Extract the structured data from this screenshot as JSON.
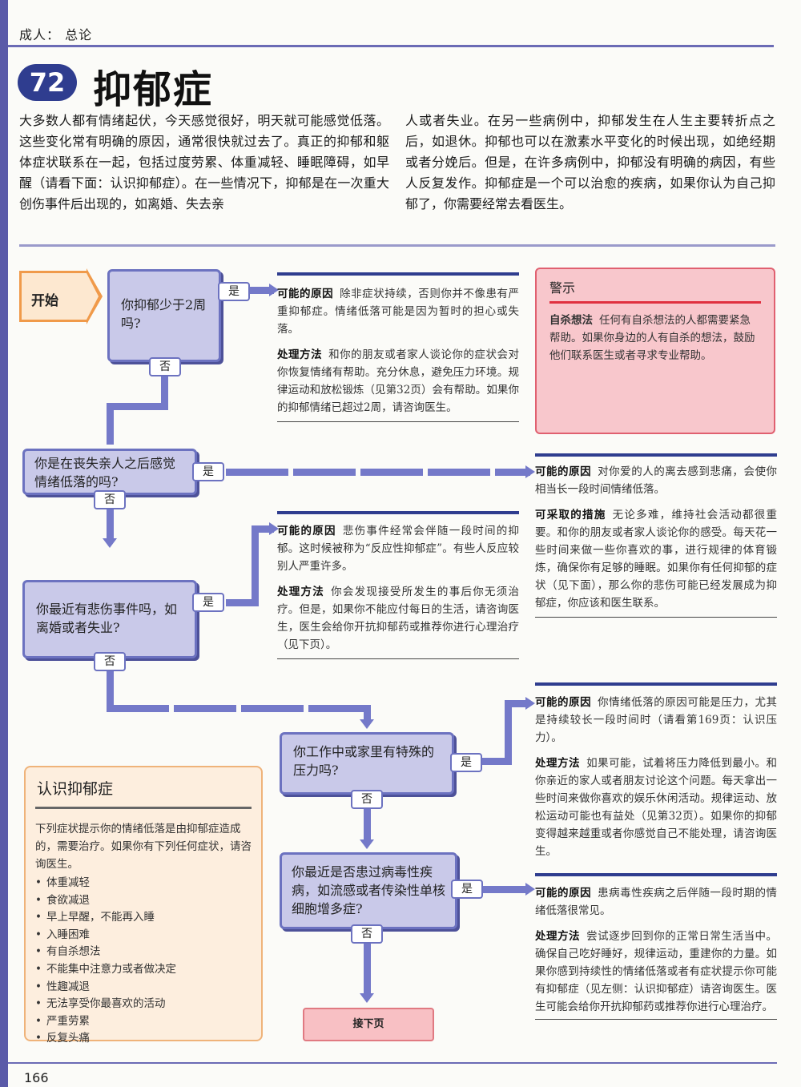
{
  "header": {
    "section": "成人：  总论"
  },
  "chapter": {
    "number": "72",
    "title": "抑郁症"
  },
  "intro": {
    "left": "大多数人都有情绪起伏，今天感觉很好，明天就可能感觉低落。这些变化常有明确的原因，通常很快就过去了。真正的抑郁和躯体症状联系在一起，包括过度劳累、体重减轻、睡眠障碍，如早醒（请看下面：认识抑郁症）。在一些情况下，抑郁是在一次重大创伤事件后出现的，如离婚、失去亲",
    "right": "人或者失业。在另一些病例中，抑郁发生在人生主要转折点之后，如退休。抑郁也可以在激素水平变化的时候出现，如绝经期或者分娩后。但是，在许多病例中，抑郁没有明确的病因，有些人反复发作。抑郁症是一个可以治愈的疾病，如果你认为自己抑郁了，你需要经常去看医生。"
  },
  "flow": {
    "start_label": "开始",
    "yes": "是",
    "no": "否",
    "q1": "你抑郁少于2周吗?",
    "q2": "你是在丧失亲人之后感觉情绪低落的吗?",
    "q3": "你最近有悲伤事件吗，如离婚或者失业?",
    "q4": "你工作中或家里有特殊的压力吗?",
    "q5": "你最近是否患过病毒性疾病，如流感或者传染性单核细胞增多症?",
    "next_page": "接下页"
  },
  "answers": {
    "a1": {
      "cause_label": "可能的原因",
      "cause": "除非症状持续，否则你并不像患有严重抑郁症。情绪低落可能是因为暂时的担心或失落。",
      "action_label": "处理方法",
      "action": "和你的朋友或者家人谈论你的症状会对你恢复情绪有帮助。充分休息，避免压力环境。规律运动和放松锻炼（见第32页）会有帮助。如果你的抑郁情绪已超过2周，请咨询医生。"
    },
    "a2": {
      "cause_label": "可能的原因",
      "cause": "对你爱的人的离去感到悲痛，会使你相当长一段时间情绪低落。",
      "action_label": "可采取的措施",
      "action": "无论多难，维持社会活动都很重要。和你的朋友或者家人谈论你的感受。每天花一些时间来做一些你喜欢的事，进行规律的体育锻炼，确保你有足够的睡眠。如果你有任何抑郁的症状（见下面），那么你的悲伤可能已经发展成为抑郁症，你应该和医生联系。"
    },
    "a3": {
      "cause_label": "可能的原因",
      "cause": "悲伤事件经常会伴随一段时间的抑郁。这时候被称为“反应性抑郁症”。有些人反应较别人严重许多。",
      "action_label": "处理方法",
      "action": "你会发现接受所发生的事后你无须治疗。但是，如果你不能应付每日的生活，请咨询医生，医生会给你开抗抑郁药或推荐你进行心理治疗（见下页）。"
    },
    "a4": {
      "cause_label": "可能的原因",
      "cause": "你情绪低落的原因可能是压力，尤其是持续较长一段时间时（请看第169页：认识压力）。",
      "action_label": "处理方法",
      "action": "如果可能，试着将压力降低到最小。和你亲近的家人或者朋友讨论这个问题。每天拿出一些时间来做你喜欢的娱乐休闲活动。规律运动、放松运动可能也有益处（见第32页）。如果你的抑郁变得越来越重或者你感觉自己不能处理，请咨询医生。"
    },
    "a5": {
      "cause_label": "可能的原因",
      "cause": "患病毒性疾病之后伴随一段时期的情绪低落很常见。",
      "action_label": "处理方法",
      "action": "尝试逐步回到你的正常日常生活当中。确保自己吃好睡好，规律运动，重建你的力量。如果你感到持续性的情绪低落或者有症状提示你可能有抑郁症（见左侧：认识抑郁症）请咨询医生。医生可能会给你开抗抑郁药或推荐你进行心理治疗。"
    }
  },
  "warning": {
    "title": "警示",
    "label": "自杀想法",
    "text": "任何有自杀想法的人都需要紧急帮助。如果你身边的人有自杀的想法，鼓励他们联系医生或者寻求专业帮助。"
  },
  "recognize": {
    "title": "认识抑郁症",
    "intro": "下列症状提示你的情绪低落是由抑郁症造成的，需要治疗。如果你有下列任何症状，请咨询医生。",
    "items": [
      "体重减轻",
      "食欲减退",
      "早上早醒，不能再入睡",
      "入睡困难",
      "有自杀想法",
      "不能集中注意力或者做决定",
      "性趣减退",
      "无法享受你最喜欢的活动",
      "严重劳累",
      "反复头痛"
    ]
  },
  "footer": {
    "page": "166"
  },
  "colors": {
    "accent": "#2f3d8f",
    "flow": "#7479c9",
    "question_fill": "#c9c9e9",
    "warning_fill": "#f8c7cc",
    "panel_fill": "#fdeede"
  }
}
